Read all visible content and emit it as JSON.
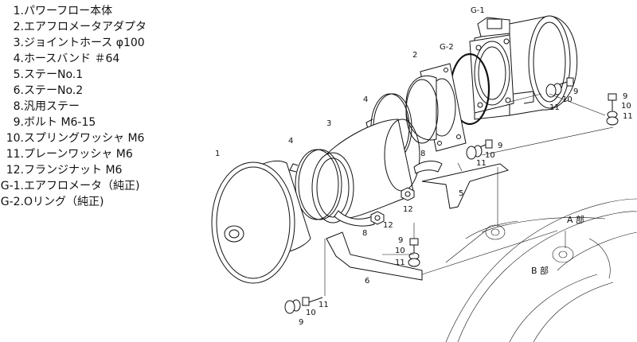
{
  "parts": [
    {
      "num": "1.",
      "name": "パワーフロー本体"
    },
    {
      "num": "2.",
      "name": "エアフロメータアダプタ"
    },
    {
      "num": "3.",
      "name": "ジョイントホース φ100"
    },
    {
      "num": "4.",
      "name": "ホースバンド ＃64"
    },
    {
      "num": "5.",
      "name": "ステーNo.1"
    },
    {
      "num": "6.",
      "name": "ステーNo.2"
    },
    {
      "num": "8.",
      "name": "汎用ステー"
    },
    {
      "num": "9.",
      "name": "ボルト M6-15"
    },
    {
      "num": "10.",
      "name": "スプリングワッシャ M6"
    },
    {
      "num": "11.",
      "name": "プレーンワッシャ M6"
    },
    {
      "num": "12.",
      "name": "フランジナット M6"
    },
    {
      "num": "G-1.",
      "name": "エアフロメータ（純正)"
    },
    {
      "num": "G-2.",
      "name": "Oリング（純正)"
    }
  ],
  "callouts": {
    "g1": "G-1",
    "g2": "G-2",
    "c1": "1",
    "c2": "2",
    "c3": "3",
    "c4a": "4",
    "c4b": "4",
    "c5": "5",
    "c6": "6",
    "c8a": "8",
    "c8b": "8",
    "c9a": "9",
    "c10a": "10",
    "c11a": "11",
    "c9b": "9",
    "c10b": "10",
    "c11b": "11",
    "c9c": "9",
    "c10c": "10",
    "c11c": "11",
    "c9d": "9",
    "c10d": "10",
    "c11d": "11",
    "c9e": "9",
    "c10e": "10",
    "c11e": "11",
    "c12a": "12",
    "c12b": "12",
    "part_a": "A 部",
    "part_b": "B 部"
  }
}
